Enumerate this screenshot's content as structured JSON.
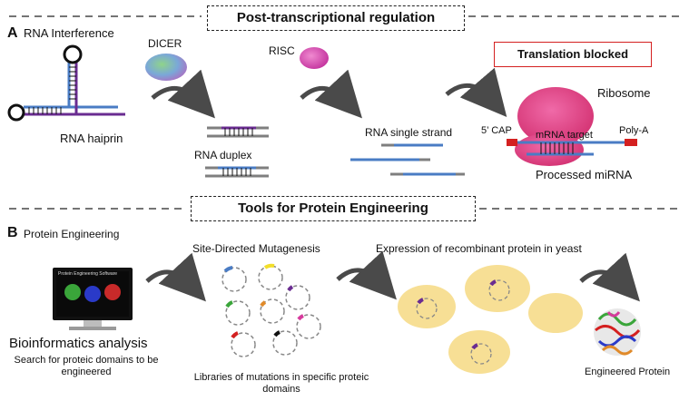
{
  "headers": {
    "section1": "Post-transcriptional regulation",
    "section2": "Tools for Protein Engineering"
  },
  "panelA": {
    "letter": "A",
    "title": "RNA Interference",
    "hairpin_label": "RNA haiprin",
    "dicer_label": "DICER",
    "duplex_label": "RNA duplex",
    "risc_label": "RISC",
    "single_strand_label": "RNA single strand",
    "blocked_label": "Translation blocked",
    "ribosome_label": "Ribosome",
    "cap_label": "5’ CAP",
    "mrna_label": "mRNA target",
    "polya_label": "Poly-A",
    "mirna_label": "Processed miRNA"
  },
  "panelB": {
    "letter": "B",
    "title": "Protein Engineering",
    "software_label": "Protein Engineering Software",
    "bioinfo_title": "Bioinformatics analysis",
    "bioinfo_desc": "Search for proteic domains to be engineered",
    "sdm_title": "Site-Directed Mutagenesis",
    "libraries_label": "Libraries of mutations in specific proteic domains",
    "expression_label": "Expression of recombinant protein in yeast",
    "engineered_label": "Engineered Protein"
  },
  "colors": {
    "purple": "#6a2c91",
    "blue": "#4a7cc4",
    "gray": "#7f7f7f",
    "red": "#d42020",
    "magenta": "#d63a9c",
    "yeast": "#f6dc8a"
  }
}
